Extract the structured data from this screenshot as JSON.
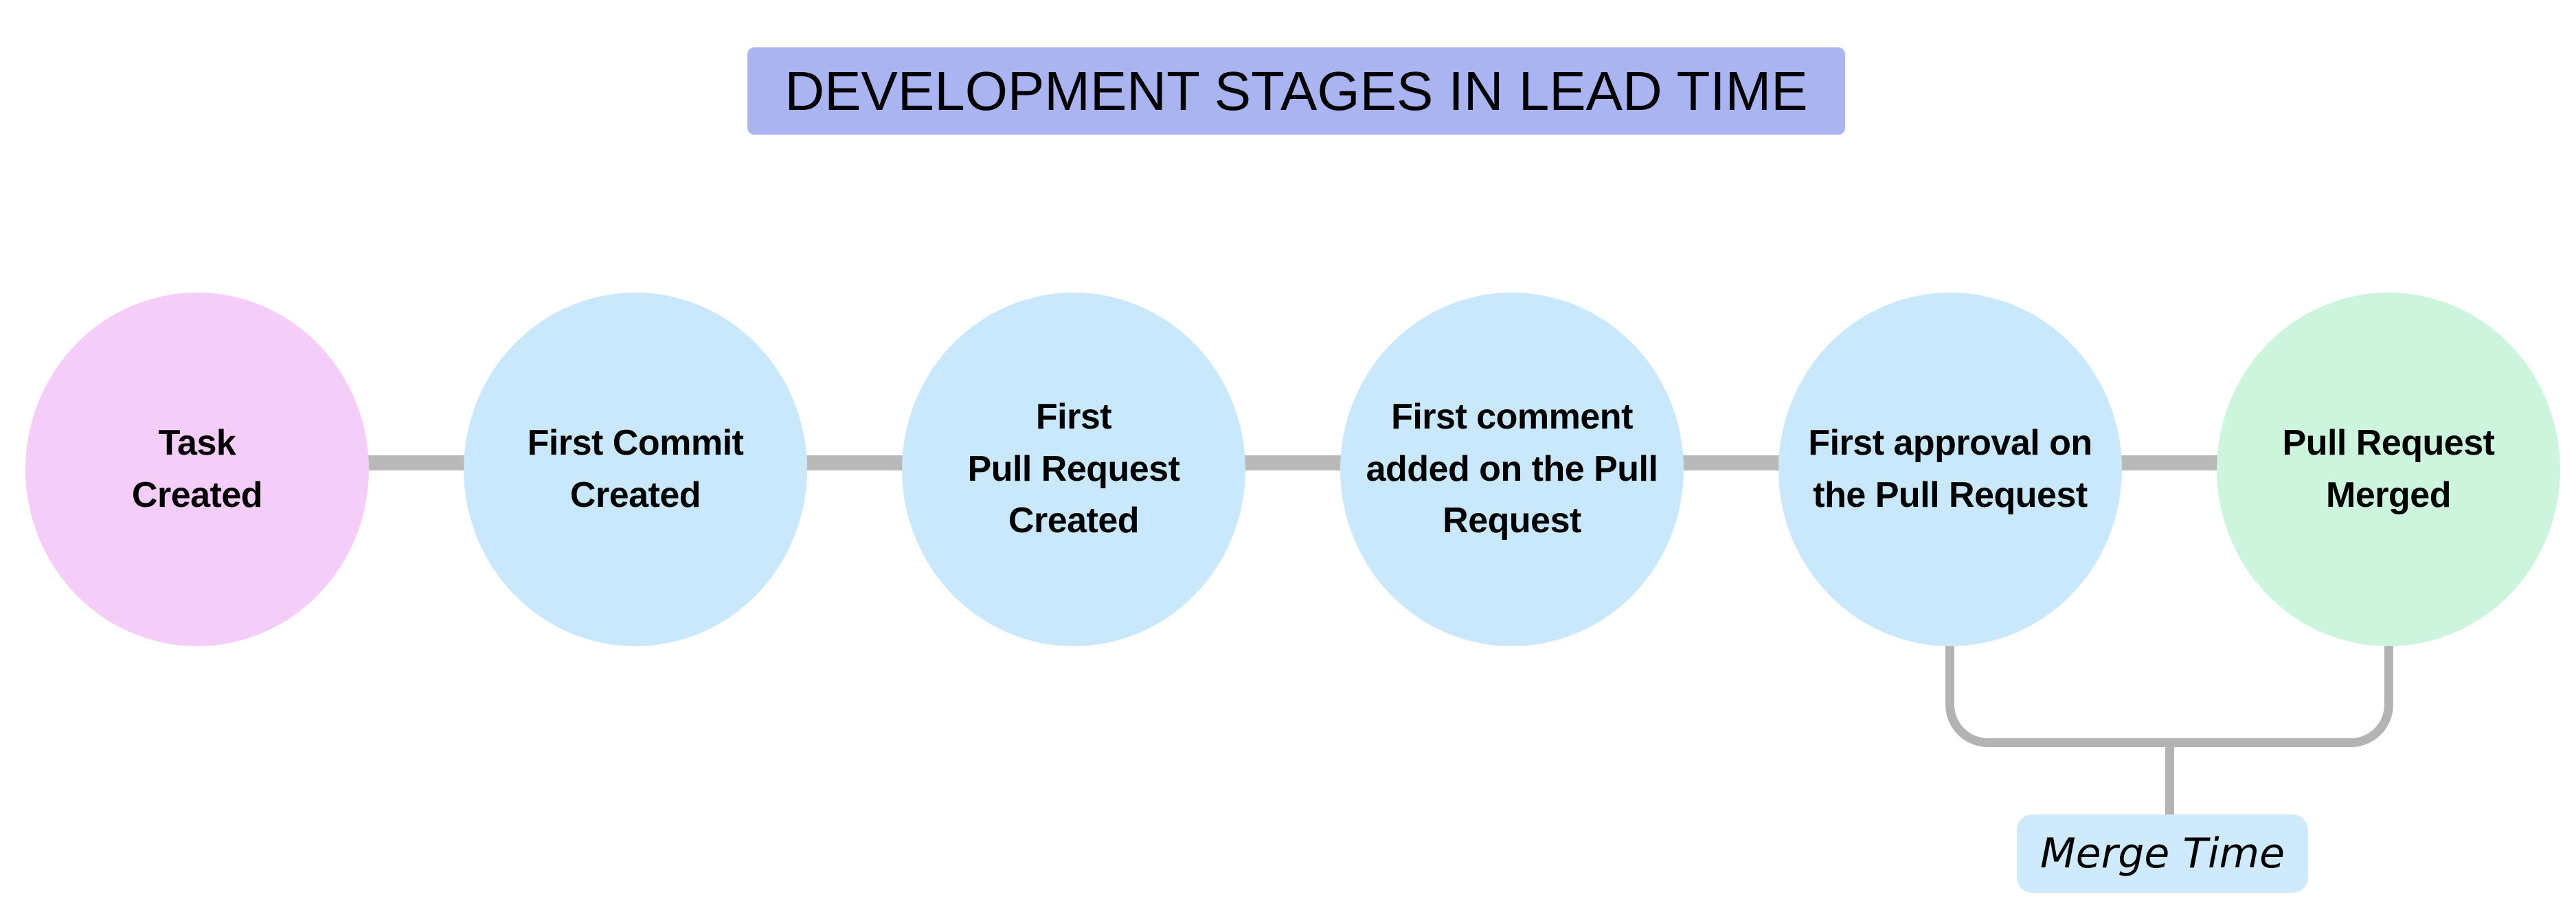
{
  "title": {
    "text": "DEVELOPMENT STAGES IN LEAD TIME"
  },
  "nodes": [
    {
      "id": "task-created",
      "label": "Task\nCreated",
      "type": "start"
    },
    {
      "id": "first-commit",
      "label": "First Commit\nCreated",
      "type": "stage"
    },
    {
      "id": "first-pull-request",
      "label": "First\nPull Request\nCreated",
      "type": "stage"
    },
    {
      "id": "first-comment",
      "label": "First comment\nadded on the Pull\nRequest",
      "type": "stage"
    },
    {
      "id": "first-approval",
      "label": "First approval on\nthe Pull Request",
      "type": "stage"
    },
    {
      "id": "pull-request-merged",
      "label": "Pull Request\nMerged",
      "type": "end"
    }
  ],
  "annotation": {
    "label": "Merge Time"
  },
  "colors": {
    "title_bg": "#a9b4f0",
    "node_start": "#f5cdf9",
    "node_stage": "#c9e8fc",
    "node_end": "#cdf5de",
    "connector_line": "#b9b9b9",
    "bracket_line": "#b3b3b3",
    "label_bg": "#cfeafc",
    "text": "#000000"
  }
}
